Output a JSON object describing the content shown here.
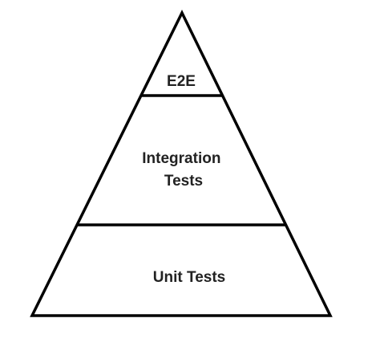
{
  "diagram": {
    "tiers": [
      {
        "lines": [
          "E2E"
        ]
      },
      {
        "lines": [
          "Integration",
          "Tests"
        ]
      },
      {
        "lines": [
          "Unit Tests"
        ]
      }
    ]
  }
}
